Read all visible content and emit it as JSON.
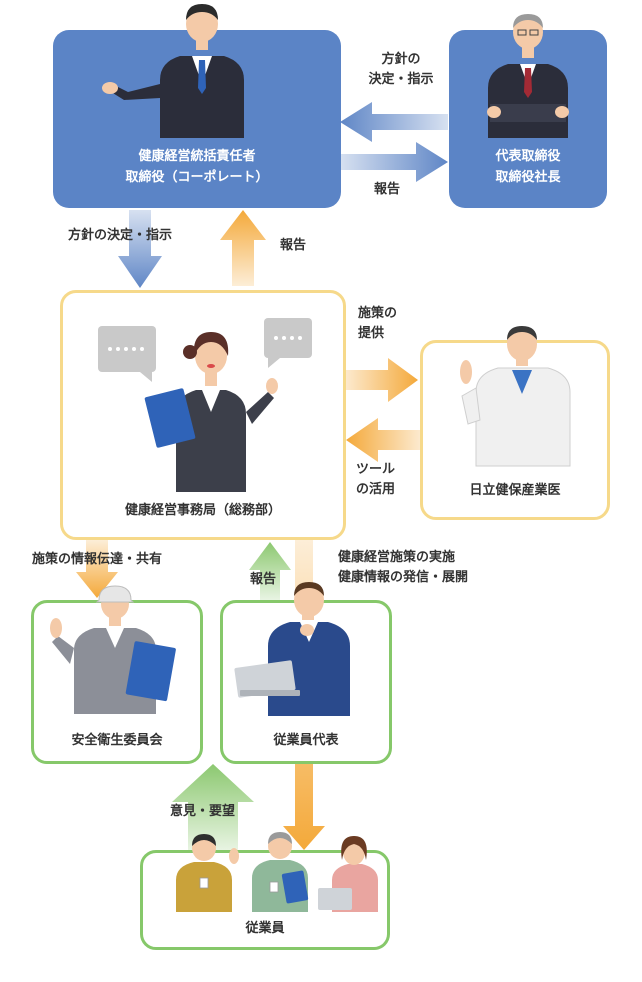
{
  "nodes": {
    "chief_officer": {
      "line1": "健康経営統括責任者",
      "line2": "取締役（コーポレート）"
    },
    "president": {
      "line1": "代表取締役",
      "line2": "取締役社長"
    },
    "office": {
      "label": "健康経営事務局（総務部）"
    },
    "doctor": {
      "label": "日立健保産業医"
    },
    "safety_committee": {
      "label": "安全衛生委員会"
    },
    "employee_rep": {
      "label": "従業員代表"
    },
    "employees": {
      "label": "従業員"
    }
  },
  "arrows": {
    "policy_decision": {
      "line1": "方針の",
      "line2": "決定・指示"
    },
    "report_top": "報告",
    "policy_down": "方針の決定・指示",
    "report_up": "報告",
    "measures_provide": {
      "line1": "施策の",
      "line2": "提供"
    },
    "tools_use": {
      "line1": "ツール",
      "line2": "の活用"
    },
    "info_share": "施策の情報伝達・共有",
    "report_rep": "報告",
    "implementation": {
      "line1": "健康経営施策の実施",
      "line2": "健康情報の発信・展開"
    },
    "opinions": "意見・要望"
  },
  "colors": {
    "blue_box": "#5b84c6",
    "yellow_border": "#f6d98a",
    "green_border": "#86c86a",
    "orange_arrow": "#f4a93a",
    "blue_arrow": "#5f86c6",
    "green_arrow": "#8cc870"
  }
}
